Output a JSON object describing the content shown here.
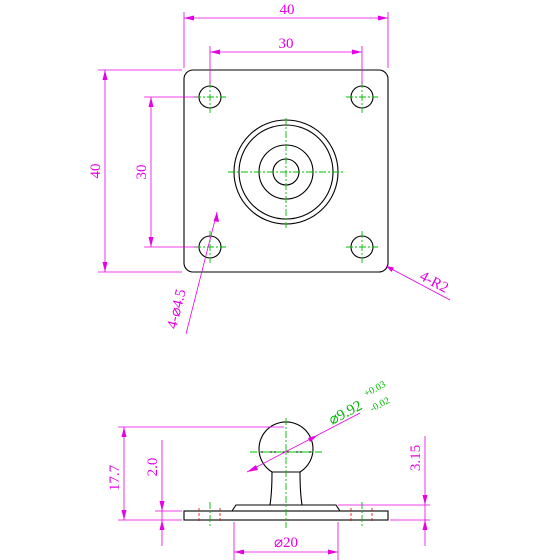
{
  "top_view": {
    "dim_overall_width": "40",
    "dim_hole_spacing_x": "30",
    "dim_overall_height": "40",
    "dim_hole_spacing_y": "30",
    "hole_callout": "4-⌀4.5",
    "corner_radius_callout": "4-R2"
  },
  "side_view": {
    "ball_diameter": "⌀9.92",
    "ball_tol_upper": "+0.03",
    "ball_tol_lower": "-0.02",
    "dim_total_height": "17.7",
    "dim_plate_thickness": "2.0",
    "dim_neck_height": "3.15",
    "dim_base_diameter": "⌀20"
  },
  "colors": {
    "outline": "#000000",
    "dimension": "#e600e6",
    "centerline": "#00c000",
    "hidden": "#e00000"
  }
}
